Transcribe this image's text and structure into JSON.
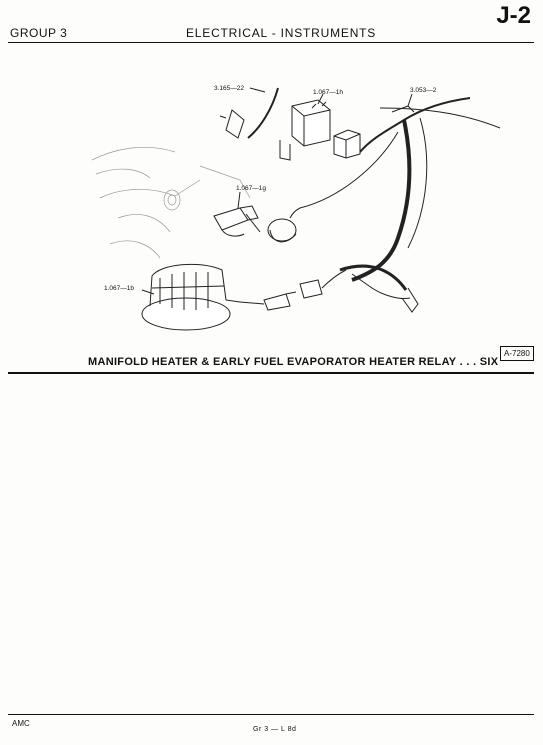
{
  "header": {
    "group": "GROUP 3",
    "section": "ELECTRICAL - INSTRUMENTS",
    "page_id": "J-2"
  },
  "figure": {
    "callouts": {
      "c1": "3.165—22",
      "c2": "1.067—1h",
      "c3": "3.053—2",
      "c4": "1.067—1g",
      "c5": "1.067—1b"
    },
    "caption": "MANIFOLD HEATER & EARLY FUEL EVAPORATOR HEATER RELAY . . . SIX",
    "figure_id": "A-7280"
  },
  "footer": {
    "left": "AMC",
    "center": "Gr 3 — L 8d"
  }
}
